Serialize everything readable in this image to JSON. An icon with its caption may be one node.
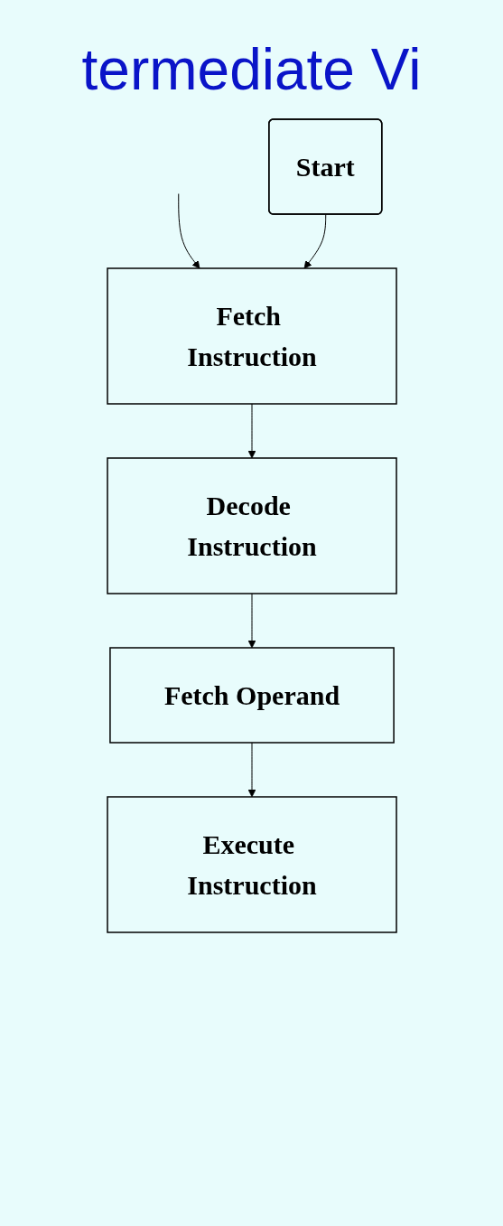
{
  "diagram": {
    "title": "termediate Vi",
    "nodes": [
      {
        "text": [
          "Start"
        ]
      },
      {
        "text": [
          "Fetch Instruction"
        ]
      },
      {
        "text": [
          "Decode Instruction"
        ]
      },
      {
        "text": [
          "Fetch Operand"
        ]
      },
      {
        "text": [
          "Execute Instruction"
        ]
      }
    ],
    "edges": [
      {
        "from": null,
        "to": 1,
        "arrow": "to"
      },
      {
        "from": 0,
        "to": 1,
        "arrow": "to"
      },
      {
        "from": 1,
        "to": 2,
        "arrow": "to"
      },
      {
        "from": 2,
        "to": 3,
        "arrow": "to"
      },
      {
        "from": 3,
        "to": 4,
        "arrow": "to"
      }
    ]
  }
}
